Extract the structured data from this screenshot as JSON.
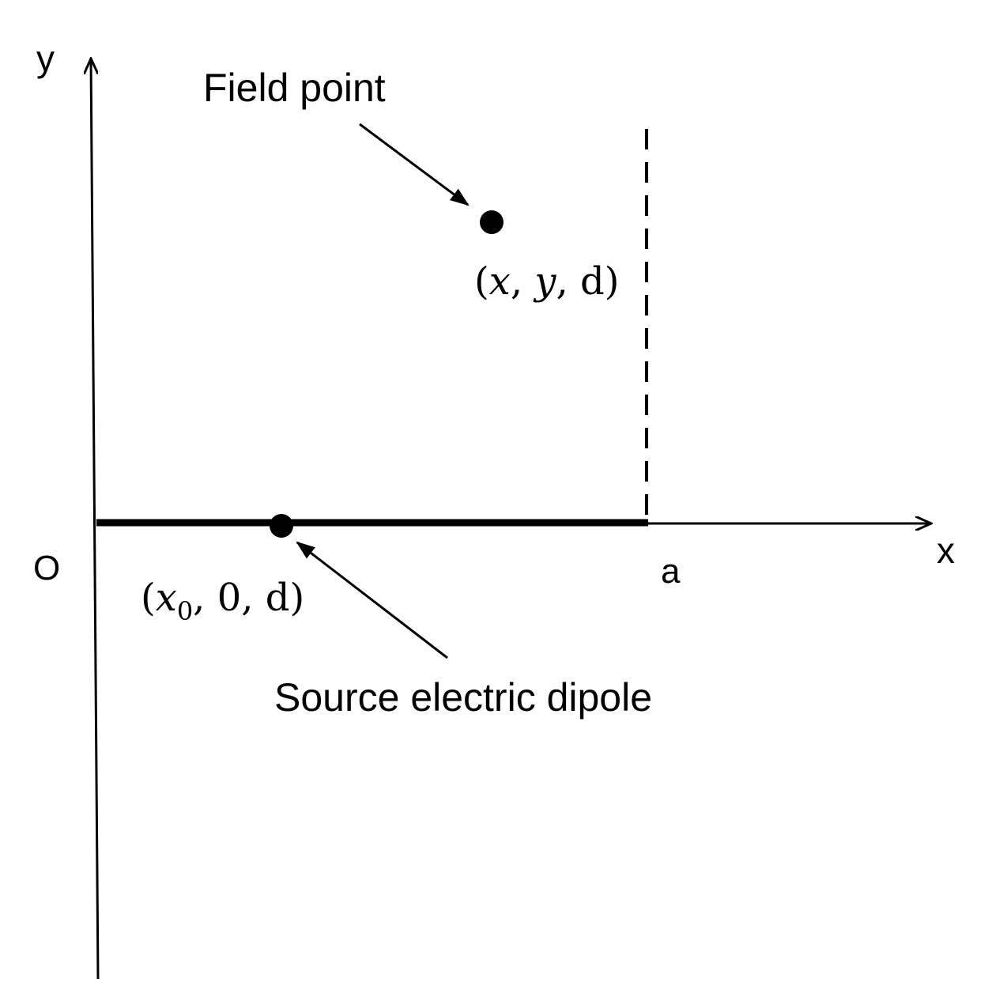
{
  "axes": {
    "y_label": "y",
    "x_label": "x",
    "origin_label": "O",
    "a_label": "a"
  },
  "field_point": {
    "label": "Field point",
    "coords": {
      "open": "(",
      "x": "x",
      "sep1": ", ",
      "y": "y",
      "sep2": ", ",
      "d": "d",
      "close": ")"
    }
  },
  "source_dipole": {
    "label": "Source electric dipole",
    "coords": {
      "open": "(",
      "x": "x",
      "x_subscript": "0",
      "sep1": ", ",
      "zero": "0",
      "sep2": ", ",
      "d": "d",
      "close": ")"
    }
  },
  "colors": {
    "ink": "#000000",
    "background": "#ffffff"
  }
}
